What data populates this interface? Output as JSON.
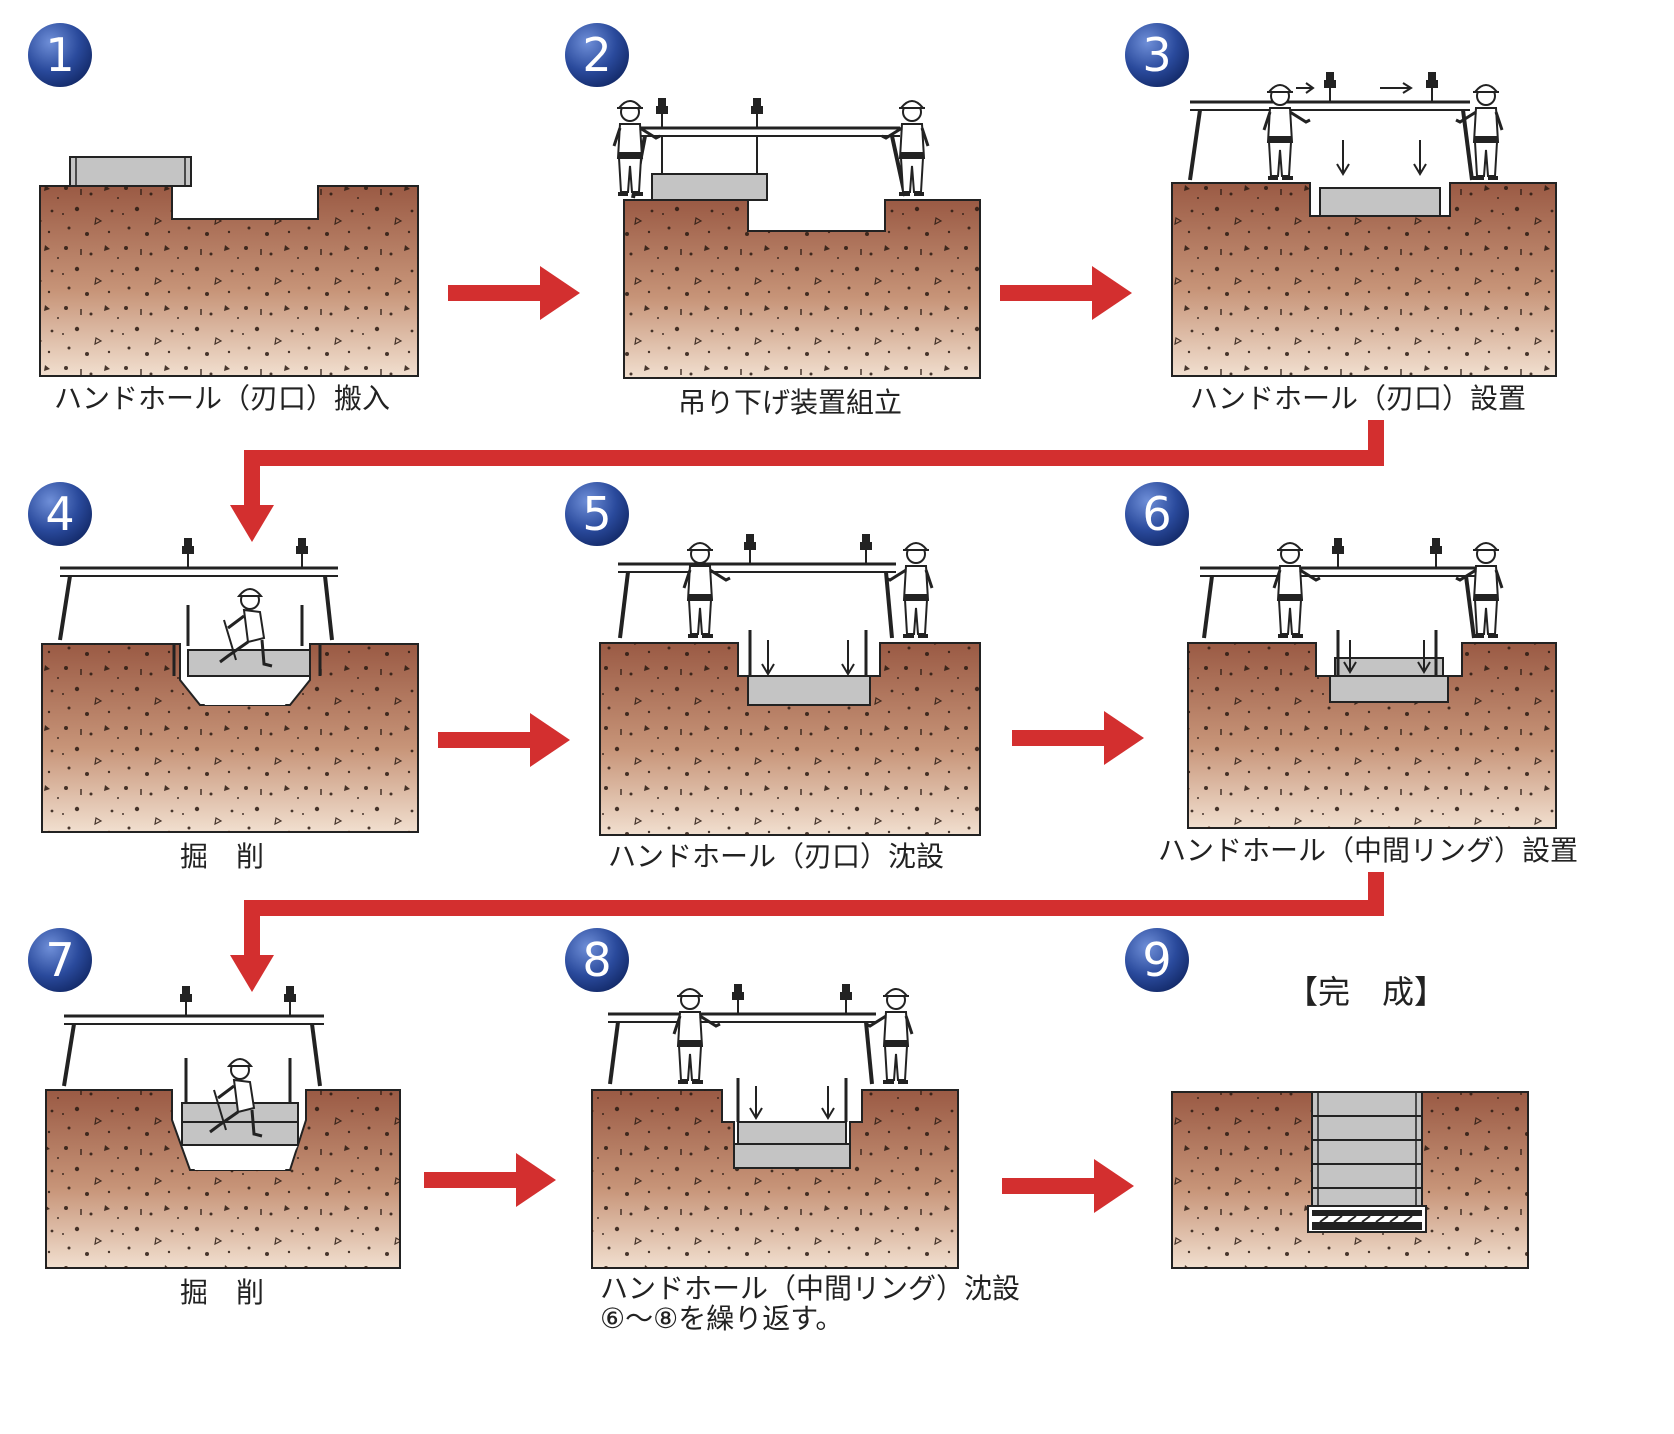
{
  "steps": [
    {
      "number": "1",
      "label": "ハンドホール（刃口）搬入"
    },
    {
      "number": "2",
      "label": "吊り下げ装置組立"
    },
    {
      "number": "3",
      "label": "ハンドホール（刃口）設置"
    },
    {
      "number": "4",
      "label": "掘　削"
    },
    {
      "number": "5",
      "label": "ハンドホール（刃口）沈設"
    },
    {
      "number": "6",
      "label": "ハンドホール（中間リング）設置"
    },
    {
      "number": "7",
      "label": "掘　削"
    },
    {
      "number": "8",
      "label": "ハンドホール（中間リング）沈設",
      "note": "⑥～⑧を繰り返す。"
    },
    {
      "number": "9",
      "label": "【完　成】"
    }
  ],
  "colors": {
    "soil_top": "#9a5a44",
    "soil_bottom": "#f1dfcf",
    "concrete": "#c4c4c4",
    "arrow": "#d32f2f",
    "badge": "#1f3f8f"
  },
  "icons": {
    "worker": "worker-with-helmet-icon",
    "flow_arrow": "red-arrow-icon"
  }
}
